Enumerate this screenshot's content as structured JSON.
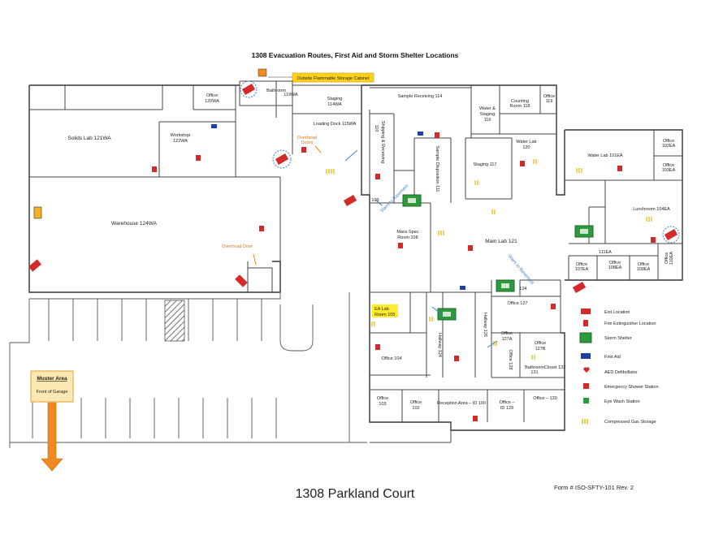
{
  "title": "1308 Evacuation Routes, First Aid and Storm Shelter Locations",
  "address": "1308 Parkland Court",
  "form_number": "Form # ISO-SFTY-101 Rev. 2",
  "flammable_cabinet": "Outside Flammable Storage Cabinet",
  "muster": {
    "title": "Muster Area",
    "subtitle": "Front of Garage"
  },
  "rooms": {
    "office_120wa": "Office",
    "office_120wa_num": "120WA",
    "bathroom": "Bathroom",
    "bath_119wa": "119WA",
    "staging_114wa": "Staging",
    "staging_114wa_num": "114WA",
    "loading_dock": "Loading Dock 115WA",
    "sample_receiving": "Sample Receiving 114",
    "water_staging_116": "Water &",
    "water_staging_116b": "Staging",
    "water_staging_116c": "116",
    "counting_room": "Counting",
    "counting_room_num": "Room 118",
    "office_119": "Office",
    "office_119_num": "119",
    "solids_lab": "Solids Lab 121WA",
    "workshop": "Workshop",
    "workshop_num": "122WA",
    "warehouse": "Warehouse 124WA",
    "shipping": "Shipping & Receiving",
    "shipping_num": "110",
    "sample_disposition": "Sample Disposition 111",
    "staging_117": "Staging 117",
    "water_lab_120": "Water Lab",
    "water_lab_120_num": "120",
    "water_lab_101ea": "Water Lab 101EA",
    "office_102ea": "Office",
    "office_102ea_num": "102EA",
    "office_103ea": "Office",
    "office_103ea_num": "103EA",
    "lunchroom": "Lunchroom 104EA",
    "room_109": "109",
    "mass_spec": "Mass Spec",
    "mass_spec_num": "Room 108",
    "main_lab": "Main Lab 121",
    "room_111ea": "111EA",
    "office_107ea": "Office",
    "office_107ea_num": "107EA",
    "office_108ea": "Office",
    "office_108ea_num": "108EA",
    "office_109ea": "Office",
    "office_109ea_num": "109EA",
    "office_110ea": "Office",
    "office_110ea_num": "110EA",
    "room_134": "134",
    "office_127": "Office 127",
    "ea_lab": "EA Lab",
    "ea_lab_num": "Room 105",
    "office_104": "Office 104",
    "hallway_124": "Hallway 124",
    "hallway_126": "Hallway 126",
    "office_127a": "Office",
    "office_127a_num": "127A",
    "office_127b": "Office",
    "office_127b_num": "127B",
    "office_128": "Office 128",
    "bathroom_131": "Bathroom",
    "bathroom_131_num": "131",
    "closet_132": "Closet 132",
    "office_103": "Office",
    "office_103_num": "103",
    "office_102": "Office",
    "office_102_num": "102",
    "reception": "Reception Area – ID 100",
    "office_129": "Office –",
    "office_129_num": "ID 129",
    "office_130": "Office – 130",
    "overhead_doors": "Overhead",
    "overhead_doors_b": "Doors",
    "overhead_door": "Overhead Door",
    "stairs_basement_1": "Stairs to Basement",
    "stairs_basement_2": "Stairs to Basement"
  },
  "legend": {
    "exit": "Exit Location",
    "extinguisher": "Fire Extinguisher Location",
    "storm_shelter": "Storm Shelter",
    "first_aid": "First Aid",
    "aed": "AED Defibrillator",
    "shower": "Emergency Shower Station",
    "eyewash": "Eye Wash Station",
    "gas": "Compressed Gas Storage"
  },
  "colors": {
    "exit_red": "#d42a2a",
    "shelter_green": "#2c9a3c",
    "first_aid_blue": "#1f3fa8",
    "gas_yellow": "#f2d21a",
    "route_blue": "#3b7fd0",
    "muster_fill": "#fbe8b3",
    "arrow_orange": "#f08a1e"
  }
}
